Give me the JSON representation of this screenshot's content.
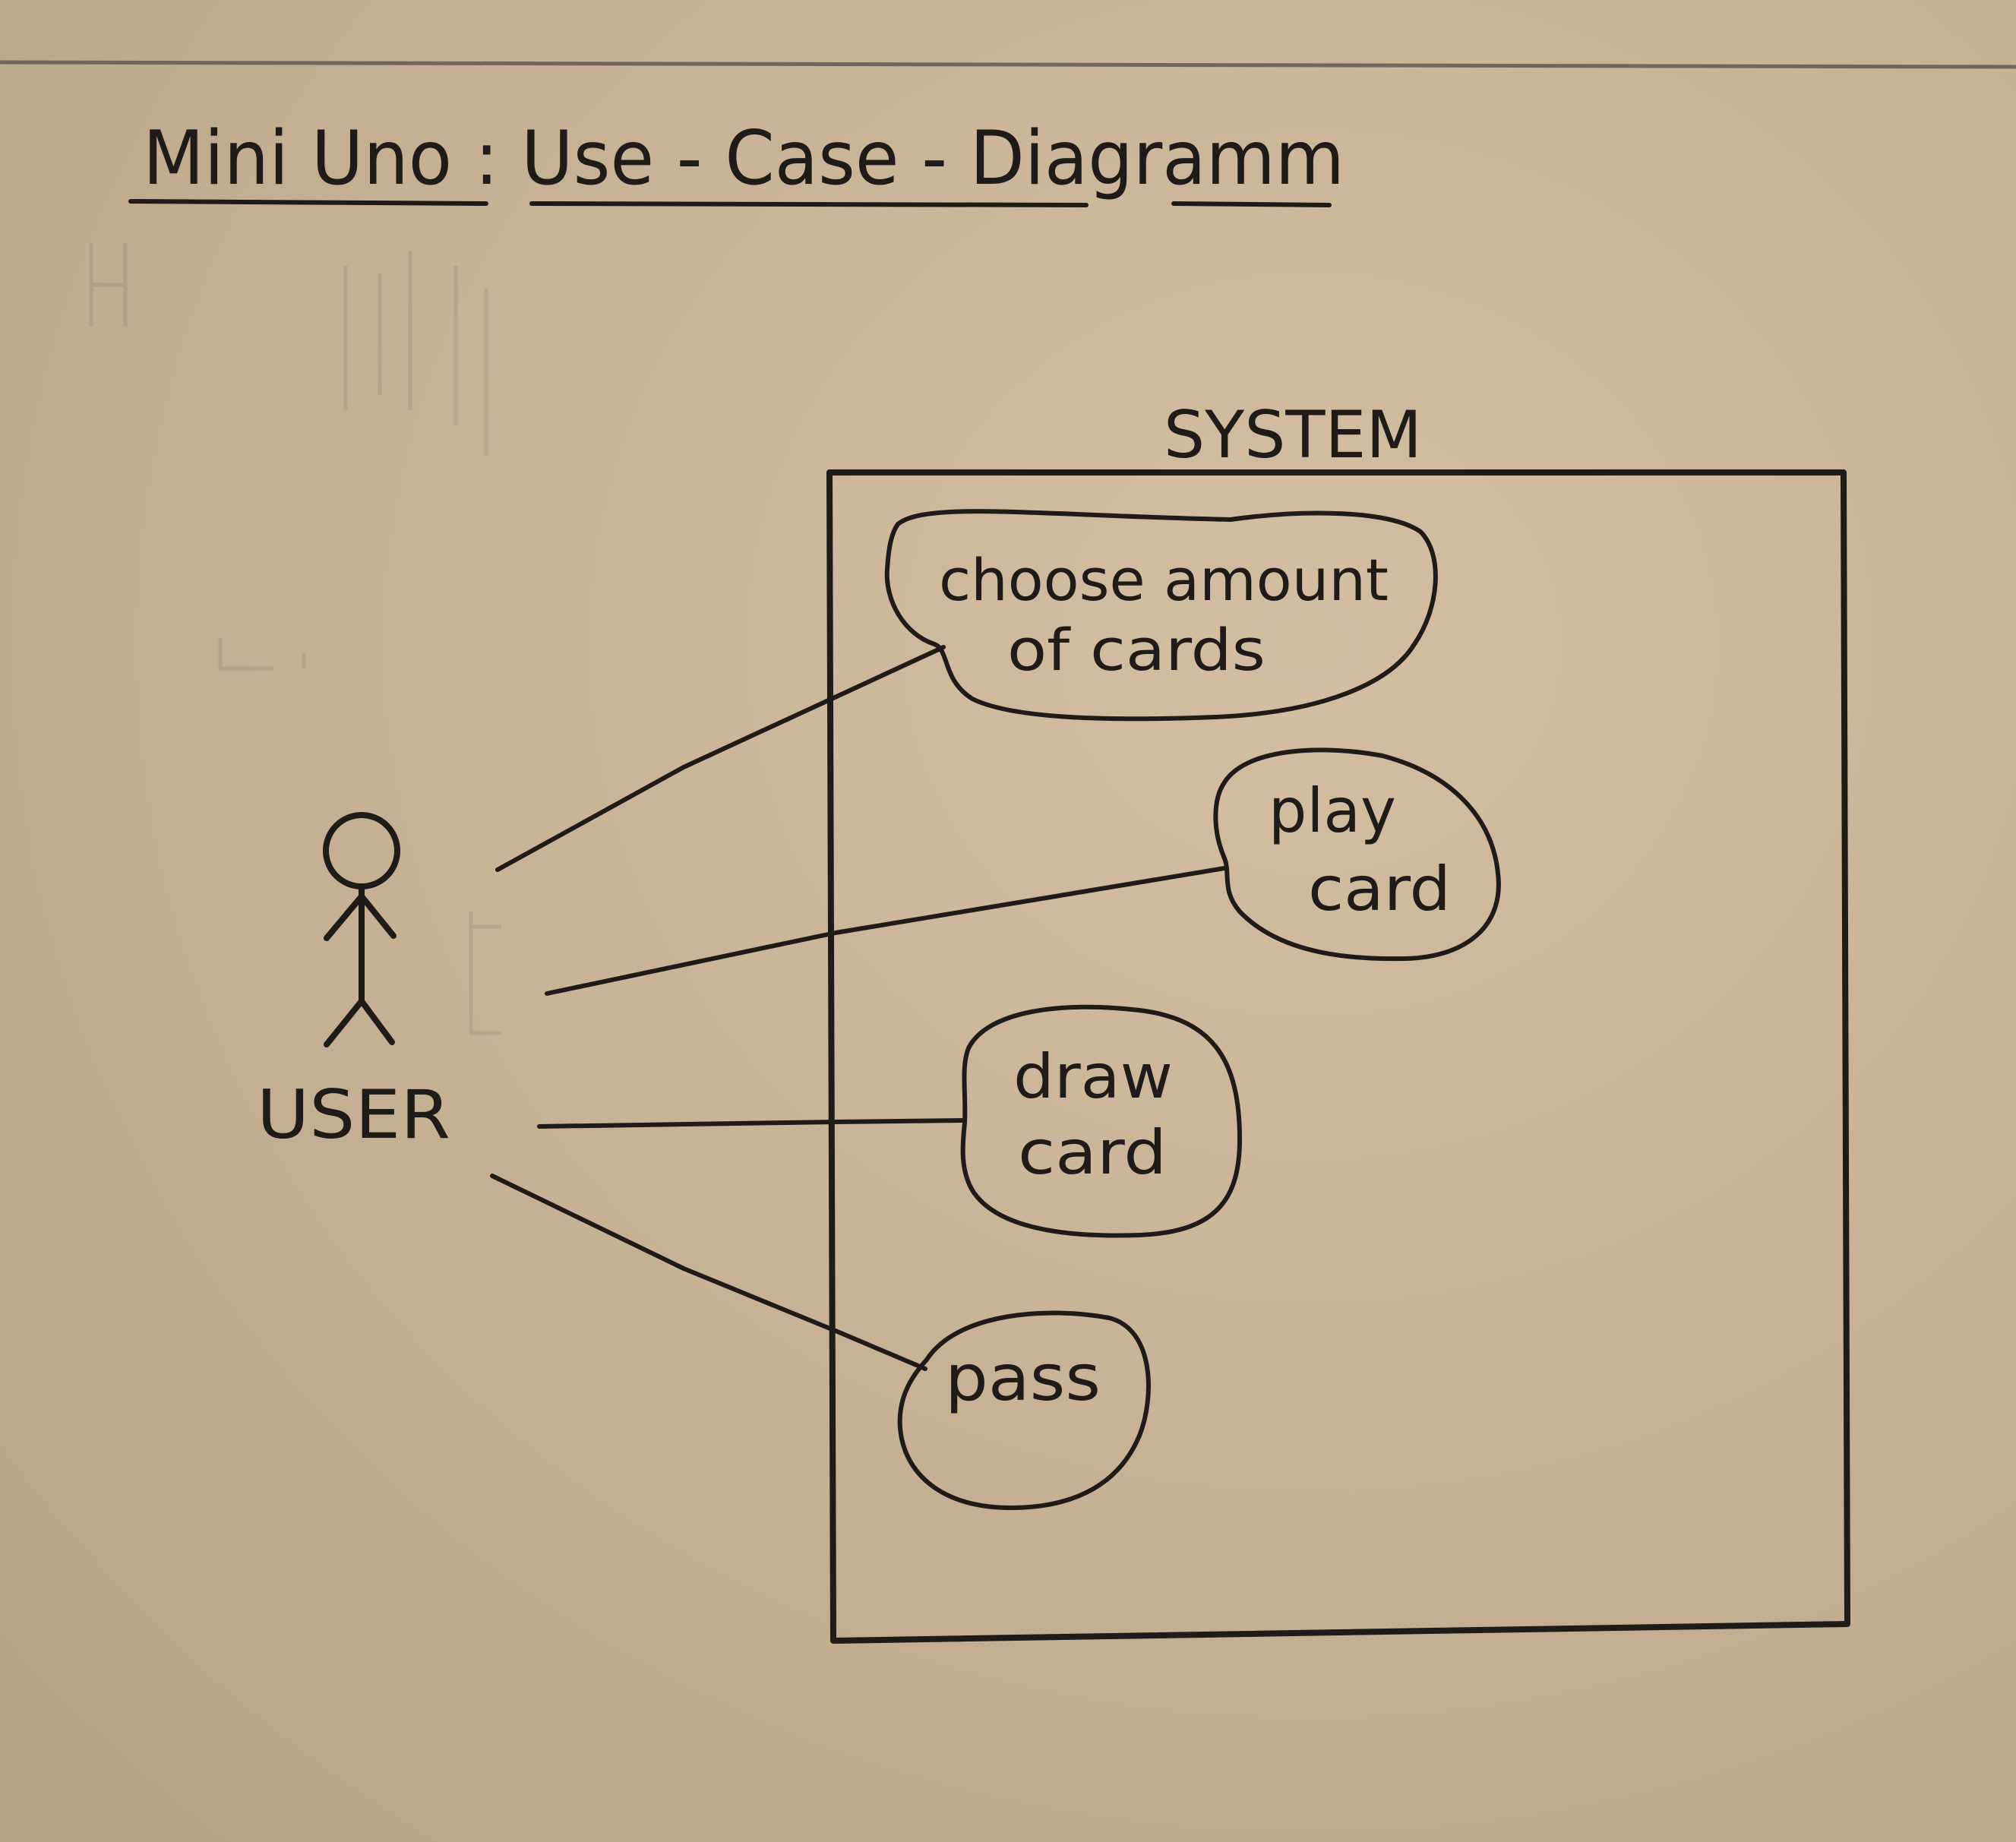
{
  "title": "Mini Uno : Use - Case - Diagramm",
  "system": {
    "label": "SYSTEM"
  },
  "actor": {
    "label": "USER"
  },
  "use_cases": [
    {
      "id": "choose-amount-of-cards",
      "lines": [
        "choose amount",
        "of cards"
      ]
    },
    {
      "id": "play-card",
      "lines": [
        "play",
        "card"
      ]
    },
    {
      "id": "draw-card",
      "lines": [
        "draw",
        "card"
      ]
    },
    {
      "id": "pass",
      "lines": [
        "pass"
      ]
    }
  ]
}
